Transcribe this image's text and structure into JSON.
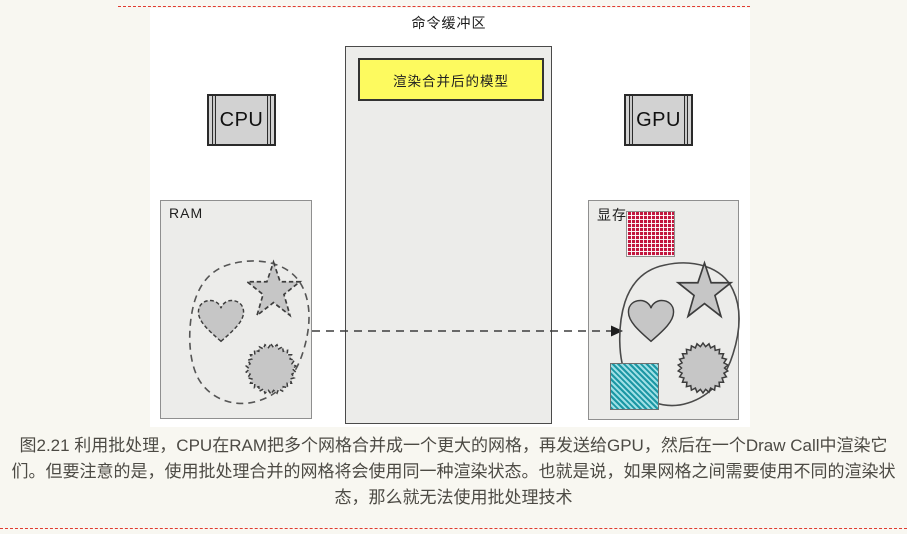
{
  "figure": {
    "command_buffer_label": "命令缓冲区",
    "merged_model_label": "渲染合并后的模型",
    "cpu_label": "CPU",
    "gpu_label": "GPU",
    "ram_label": "RAM",
    "vram_label": "显存",
    "shapes": {
      "ram_group": [
        "heart-mesh",
        "star-mesh",
        "burst-mesh"
      ],
      "vram_group": [
        "heart-mesh",
        "star-mesh",
        "burst-mesh"
      ],
      "textures": [
        "red-grid-texture",
        "teal-stripe-texture"
      ],
      "arrow": "dashed-arrow-ram-to-vram"
    }
  },
  "caption": {
    "line1": "图2.21 利用批处理，CPU在RAM把多个网格合并成一个更大的网格，再发送给GPU，然后在一个Draw Call中渲染它",
    "line2": "们。但要注意的是，使用批处理合并的网格将会使用同一种渲染状态。也就是说，如果网格之间需要使用不同的渲染状",
    "line3": "态，那么就无法使用批处理技术"
  },
  "colors": {
    "page_background": "#f8f7f1",
    "figure_background": "#ffffff",
    "box_fill": "#ececea",
    "chip_fill": "#d2d2d2",
    "highlight_yellow": "#fdfa5f",
    "mesh_fill": "#c6c6c6",
    "red_texture": "#c2163e",
    "teal_texture_dark": "#1b97a4",
    "teal_texture_light": "#9edfe5",
    "caption_text": "#4c4a44",
    "red_dashed_divider": "#e03b30"
  }
}
